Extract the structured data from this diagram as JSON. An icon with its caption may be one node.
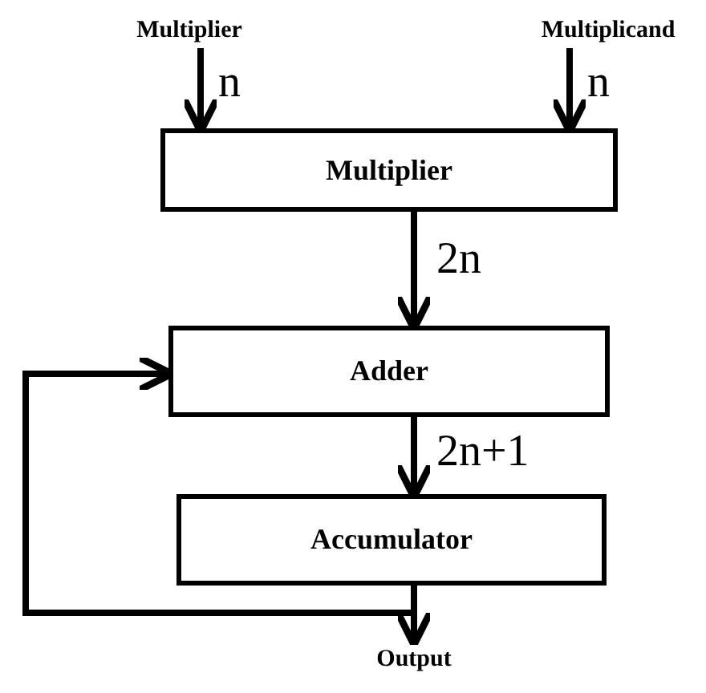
{
  "diagram": {
    "nodes": [
      {
        "text": [
          "Multiplier"
        ]
      },
      {
        "text": [
          "Multiplicand"
        ]
      },
      {
        "text": [
          "Multiplier"
        ]
      },
      {
        "text": [
          "Adder"
        ]
      },
      {
        "text": [
          "Accumulator"
        ]
      },
      {
        "text": [
          "Output"
        ]
      }
    ],
    "edges": [
      {
        "from": 0,
        "to": 2,
        "arrow": "to",
        "label": "n"
      },
      {
        "from": 1,
        "to": 2,
        "arrow": "to",
        "label": "n"
      },
      {
        "from": 2,
        "to": 3,
        "arrow": "to",
        "label": "2n"
      },
      {
        "from": 3,
        "to": 4,
        "arrow": "to",
        "label": "2n+1"
      },
      {
        "from": 4,
        "to": 5,
        "arrow": "to"
      },
      {
        "from": 4,
        "to": 3,
        "arrow": "to"
      }
    ]
  }
}
